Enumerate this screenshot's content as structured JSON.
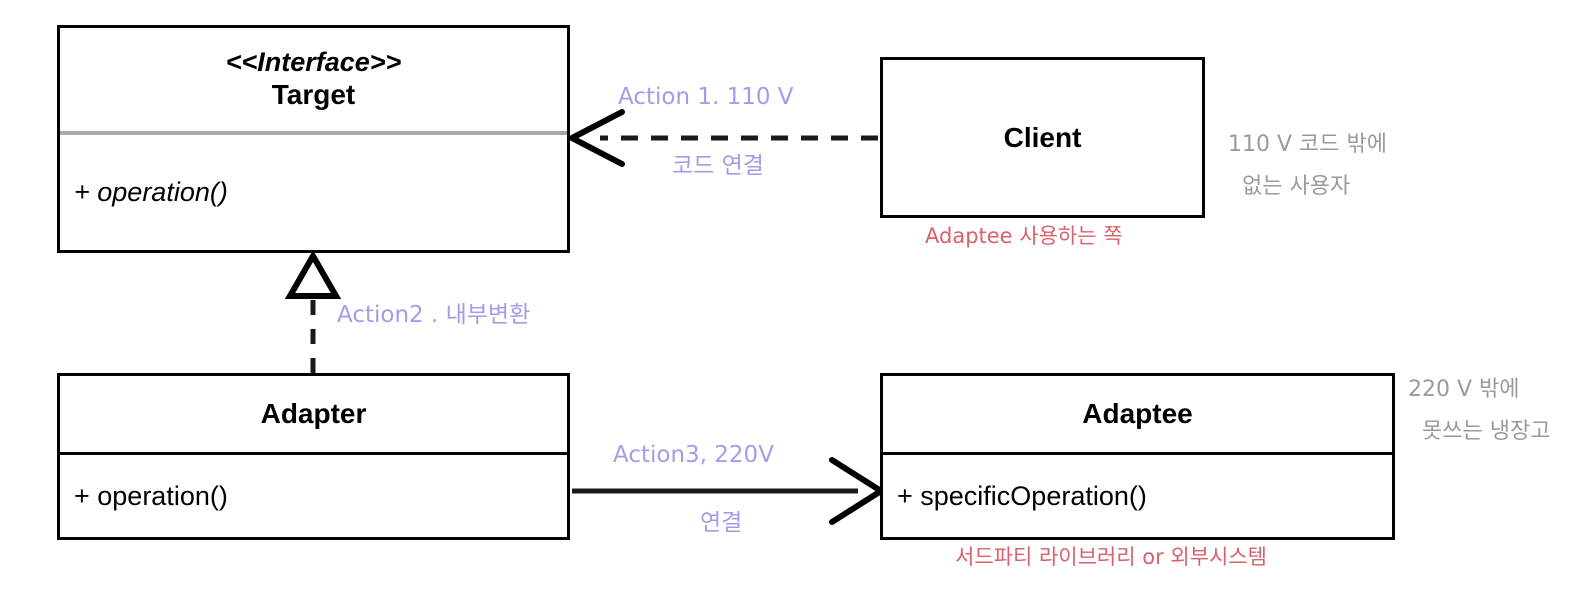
{
  "diagram": {
    "title": "Adapter Pattern UML Class Diagram",
    "colors": {
      "stroke": "#000000",
      "soft_divider": "#aaaaaa",
      "annotation_purple": "#a99ae8",
      "annotation_red": "#d9626a",
      "annotation_gray": "#9a9a9a",
      "background": "#ffffff"
    }
  },
  "boxes": {
    "target": {
      "stereotype": "<<Interface>>",
      "name": "Target",
      "members": [
        "+ operation()"
      ]
    },
    "client": {
      "name": "Client",
      "members": []
    },
    "adapter": {
      "name": "Adapter",
      "members": [
        "+ operation()"
      ]
    },
    "adaptee": {
      "name": "Adaptee",
      "members": [
        "+ specificOperation()"
      ]
    }
  },
  "annotations": {
    "action1_top": "Action 1.  110 V",
    "action1_bottom": "코드 연결",
    "action2": "Action2 . 내부변환",
    "action3_top": "Action3,  220V",
    "action3_bottom": "연결",
    "client_note_red": "Adaptee 사용하는 쪽",
    "adaptee_note_red": "서드파티 라이브러리  or  외부시스템",
    "client_note_gray_line1": "110 V 코드 밖에",
    "client_note_gray_line2": "없는  사용자",
    "adaptee_note_gray_line1": "220 V 밖에",
    "adaptee_note_gray_line2": "못쓰는  냉장고"
  },
  "relations": {
    "client_to_target": "dependency-dashed-open-arrow",
    "adapter_to_target": "realization-dashed-hollow-triangle",
    "adapter_to_adaptee": "association-solid-open-arrow"
  }
}
